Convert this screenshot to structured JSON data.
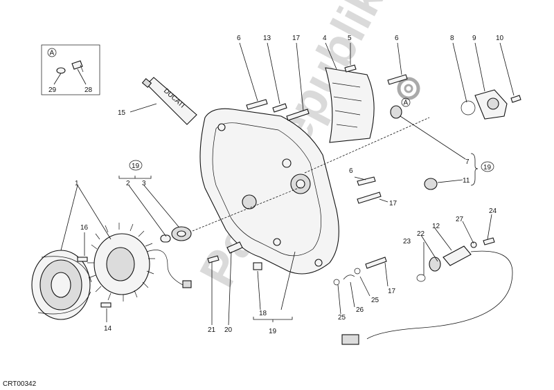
{
  "diagram": {
    "code": "CRT00342",
    "watermark": "PartsRepublik",
    "tube_brand": "DUCATI",
    "group_marker": "19",
    "ref_marker": "A",
    "callouts": {
      "c1": "1",
      "c2": "2",
      "c3": "3",
      "c4": "4",
      "c5": "5",
      "c6a": "6",
      "c6b": "6",
      "c6c": "6",
      "c7": "7",
      "c8": "8",
      "c9": "9",
      "c10": "10",
      "c11": "11",
      "c12": "12",
      "c13": "13",
      "c14": "14",
      "c15": "15",
      "c16": "16",
      "c17a": "17",
      "c17b": "17",
      "c17c": "17",
      "c18": "18",
      "c19": "19",
      "c20": "20",
      "c21": "21",
      "c22": "22",
      "c23": "23",
      "c24": "24",
      "c25a": "25",
      "c25b": "25",
      "c26": "26",
      "c27": "27",
      "c28": "28",
      "c29": "29"
    }
  }
}
